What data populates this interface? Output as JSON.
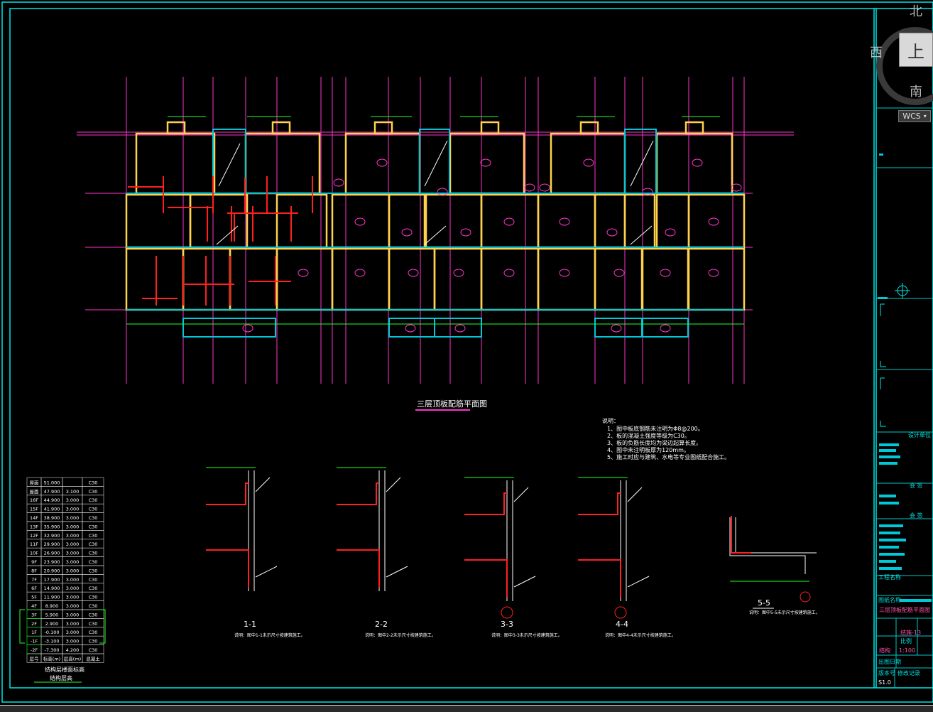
{
  "drawing": {
    "plan_title": "三层顶板配筋平面图",
    "notes_title": "说明：",
    "notes": [
      "1、图中板底钢筋未注明为Φ8@200。",
      "2、板的混凝土强度等级为C30。",
      "3、板的负筋长度均为梁边起算长度。",
      "4、图中未注明板厚为120mm。",
      "5、施工时应与建筑、水电等专业图纸配合施工。"
    ],
    "sections": [
      {
        "label": "1-1",
        "note": "说明：图中1-1未示尺寸按建筑施工。"
      },
      {
        "label": "2-2",
        "note": "说明：图中2-2未示尺寸按建筑施工。"
      },
      {
        "label": "3-3",
        "note": "说明：图中3-3未示尺寸按建筑施工。"
      },
      {
        "label": "4-4",
        "note": "说明：图中4-4未示尺寸按建筑施工。"
      },
      {
        "label": "5-5",
        "note": "说明：图中5-5未示尺寸按建筑施工。"
      }
    ],
    "floor_table": {
      "rows": [
        [
          "屋面",
          "51.000",
          "",
          "C30"
        ],
        [
          "屋面",
          "47.900",
          "3.100",
          "C30"
        ],
        [
          "16F",
          "44.900",
          "3.000",
          "C30"
        ],
        [
          "15F",
          "41.900",
          "3.000",
          "C30"
        ],
        [
          "14F",
          "38.900",
          "3.000",
          "C30"
        ],
        [
          "13F",
          "35.900",
          "3.000",
          "C30"
        ],
        [
          "12F",
          "32.900",
          "3.000",
          "C30"
        ],
        [
          "11F",
          "29.900",
          "3.000",
          "C30"
        ],
        [
          "10F",
          "26.900",
          "3.000",
          "C30"
        ],
        [
          "9F",
          "23.900",
          "3.000",
          "C30"
        ],
        [
          "8F",
          "20.900",
          "3.000",
          "C30"
        ],
        [
          "7F",
          "17.900",
          "3.000",
          "C30"
        ],
        [
          "6F",
          "14.900",
          "3.000",
          "C30"
        ],
        [
          "5F",
          "11.900",
          "3.000",
          "C30"
        ],
        [
          "4F",
          "8.900",
          "3.000",
          "C30"
        ],
        [
          "3F",
          "5.900",
          "3.000",
          "C30"
        ],
        [
          "2F",
          "2.900",
          "3.000",
          "C30"
        ],
        [
          "1F",
          "-0.100",
          "3.000",
          "C30"
        ],
        [
          "-1F",
          "-3.100",
          "3.000",
          "C30"
        ],
        [
          "-2F",
          "-7.300",
          "4.200",
          "C30"
        ],
        [
          "层号",
          "标高(m)",
          "层高(m)",
          "混凝土"
        ]
      ],
      "caption1": "结构层楼面标高",
      "caption2": "结构层高"
    },
    "title_block": {
      "design_unit": "设计单位",
      "approval": "会 签",
      "project_name_label": "工程名称",
      "drawing_name_label": "图纸名称",
      "drawing_name": "三层顶板配筋平面图",
      "drawing_no": "结施-13",
      "scale_label": "比例",
      "scale": "1:100",
      "stage": "结构",
      "date_label": "出图日期",
      "version": "S1.0",
      "version_label": "版本号",
      "record": "修改记录"
    }
  },
  "viewcube": {
    "north": "北",
    "south": "南",
    "west": "西",
    "face": "上",
    "wcs_label": "WCS"
  },
  "colors": {
    "background": "#000000",
    "frame": "#00e5e5",
    "axis": "#ff33cc",
    "wall": "#ffd24d",
    "rebar_red": "#ff2020",
    "dim_green": "#22ff22",
    "text_white": "#ffffff",
    "beam_cyan": "#00d2d2"
  }
}
